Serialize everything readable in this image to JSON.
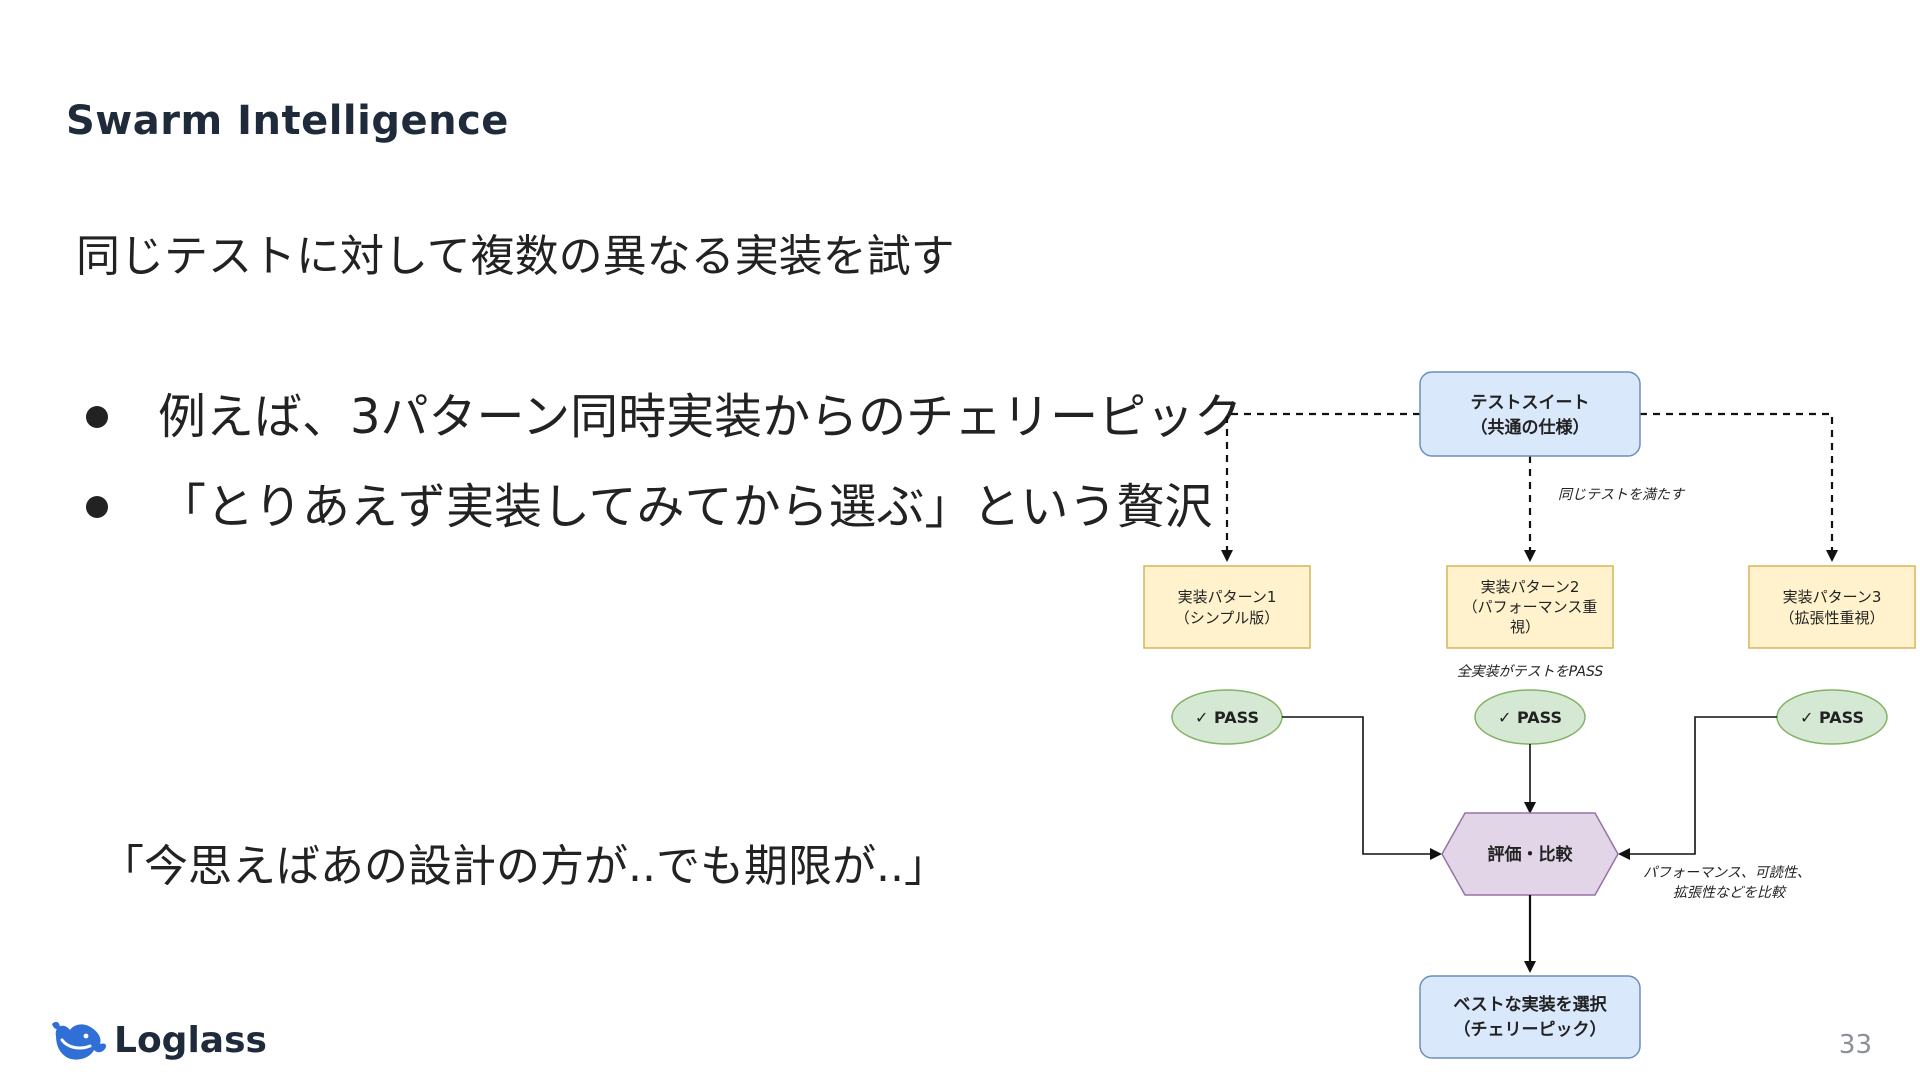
{
  "slide": {
    "title": "Swarm Intelligence",
    "subtitle": "同じテストに対して複数の異なる実装を試す",
    "bullets": [
      "例えば、3パターン同時実装からのチェリーピック",
      "「とりあえず実装してみてから選ぶ」という贅沢"
    ],
    "quote": "「今思えばあの設計の方が..でも期限が..」",
    "logo_text": "Loglass",
    "page_number": "33"
  },
  "diagram": {
    "test_suite": {
      "line1": "テストスイート",
      "line2": "（共通の仕様）"
    },
    "note_same_tests": "同じテストを満たす",
    "implementations": [
      {
        "line1": "実装パターン1",
        "line2": "（シンプル版）",
        "line3": ""
      },
      {
        "line1": "実装パターン2",
        "line2": "（パフォーマンス重",
        "line3": "視）"
      },
      {
        "line1": "実装パターン3",
        "line2": "（拡張性重視）",
        "line3": ""
      }
    ],
    "note_all_pass": "全実装がテストをPASS",
    "pass_label": "✓ PASS",
    "evaluate": "評価・比較",
    "note_compare_line1": "パフォーマンス、可読性、",
    "note_compare_line2": "拡張性などを比較",
    "best": {
      "line1": "ベストな実装を選択",
      "line2": "（チェリーピック）"
    },
    "colors": {
      "suite_fill": "#dae8fc",
      "suite_stroke": "#6c8ebf",
      "impl_fill": "#fff2cc",
      "impl_stroke": "#d6b656",
      "pass_fill": "#d5e8d4",
      "pass_stroke": "#82b366",
      "eval_fill": "#e1d5e7",
      "eval_stroke": "#9673a6"
    }
  }
}
